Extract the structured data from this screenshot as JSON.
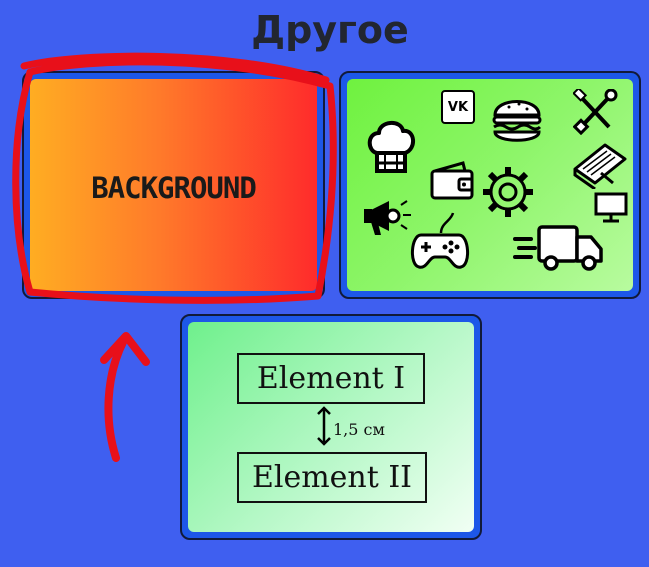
{
  "slide": {
    "title": "Другое"
  },
  "background_card": {
    "label": "BACKGROUND"
  },
  "elements_card": {
    "element_1": "Element I",
    "element_2": "Element II",
    "spacing_label": "1,5 см"
  },
  "icons_card": {
    "icons": [
      "chef-hat-icon",
      "vk-icon",
      "burger-icon",
      "tools-icon",
      "wallet-icon",
      "gear-icon",
      "book-icon",
      "megaphone-icon",
      "monitor-icon",
      "gamepad-icon",
      "delivery-truck-icon"
    ],
    "vk_text": "VK"
  },
  "colors": {
    "page_background": "#3f5ff0",
    "annotation": "#e8101a",
    "card_border": "#1d57e8"
  }
}
